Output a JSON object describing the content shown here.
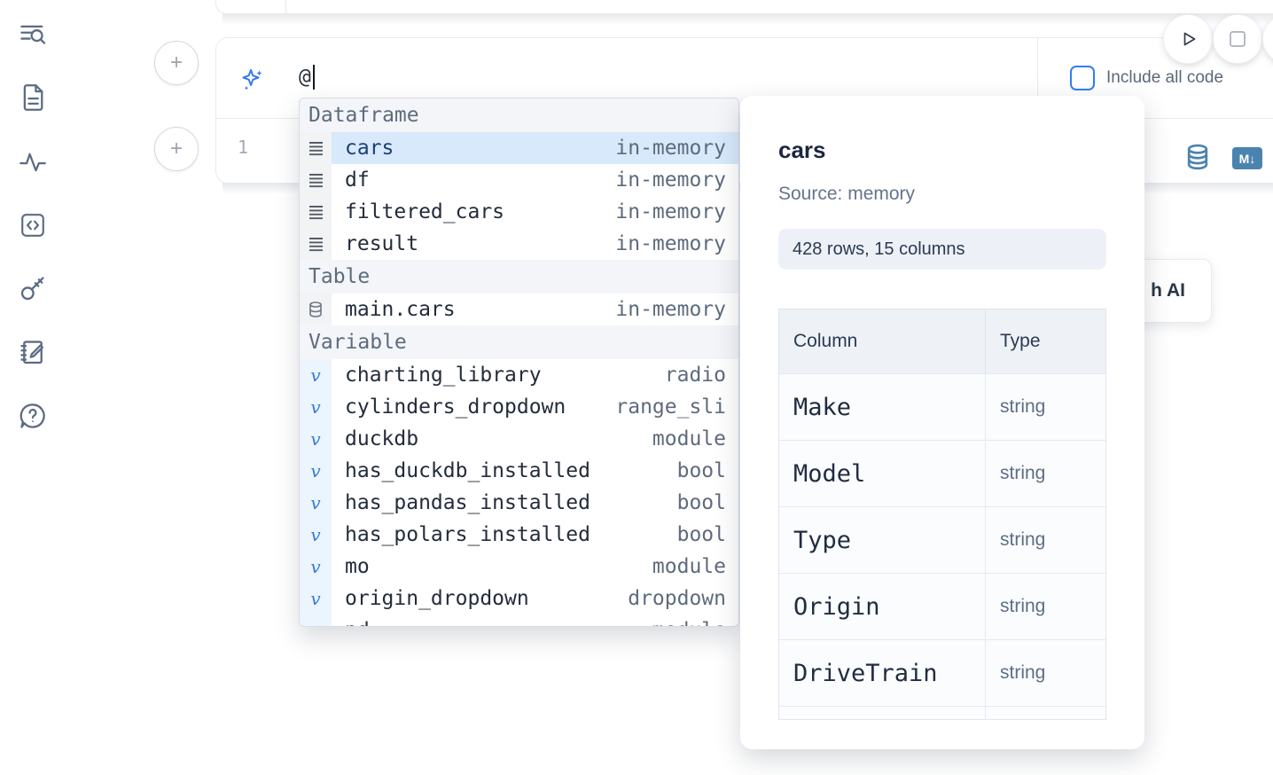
{
  "theme": {
    "accent_blue": "#2f7ef7",
    "steel_blue": "#4a84ae",
    "sidebar_icon_color": "#5c6b84",
    "selected_row_bg": "#d7e9fb"
  },
  "sidebar": {
    "items": [
      {
        "icon": "list-search-icon"
      },
      {
        "icon": "file-document-icon"
      },
      {
        "icon": "activity-pulse-icon"
      },
      {
        "icon": "code-box-icon"
      },
      {
        "icon": "key-icon"
      },
      {
        "icon": "notebook-pen-icon"
      },
      {
        "icon": "help-chat-icon"
      }
    ]
  },
  "cell": {
    "add_button": "+",
    "prompt_value": "@",
    "include_all_code": "Include all code",
    "line_number": "1",
    "markdown_badge": "M↓"
  },
  "ai_button": {
    "visible_label": "h AI"
  },
  "autocomplete": {
    "sections": [
      {
        "label": "Dataframe",
        "items": [
          {
            "name": "cars",
            "type": "in-memory",
            "icon": "rows-icon",
            "selected": true
          },
          {
            "name": "df",
            "type": "in-memory",
            "icon": "rows-icon"
          },
          {
            "name": "filtered_cars",
            "type": "in-memory",
            "icon": "rows-icon"
          },
          {
            "name": "result",
            "type": "in-memory",
            "icon": "rows-icon"
          }
        ]
      },
      {
        "label": "Table",
        "items": [
          {
            "name": "main.cars",
            "type": "in-memory",
            "icon": "database-icon"
          }
        ]
      },
      {
        "label": "Variable",
        "items": [
          {
            "name": "charting_library",
            "type": "radio",
            "icon": "variable-icon"
          },
          {
            "name": "cylinders_dropdown",
            "type": "range_sli",
            "icon": "variable-icon"
          },
          {
            "name": "duckdb",
            "type": "module",
            "icon": "variable-icon"
          },
          {
            "name": "has_duckdb_installed",
            "type": "bool",
            "icon": "variable-icon"
          },
          {
            "name": "has_pandas_installed",
            "type": "bool",
            "icon": "variable-icon"
          },
          {
            "name": "has_polars_installed",
            "type": "bool",
            "icon": "variable-icon"
          },
          {
            "name": "mo",
            "type": "module",
            "icon": "variable-icon"
          },
          {
            "name": "origin_dropdown",
            "type": "dropdown",
            "icon": "variable-icon"
          },
          {
            "name": "pd",
            "type": "module",
            "icon": "variable-icon"
          }
        ]
      }
    ]
  },
  "preview": {
    "title": "cars",
    "source": "Source: memory",
    "shape_badge": "428 rows, 15 columns",
    "table": {
      "headers": [
        "Column",
        "Type"
      ],
      "rows": [
        [
          "Make",
          "string"
        ],
        [
          "Model",
          "string"
        ],
        [
          "Type",
          "string"
        ],
        [
          "Origin",
          "string"
        ],
        [
          "DriveTrain",
          "string"
        ]
      ]
    }
  }
}
